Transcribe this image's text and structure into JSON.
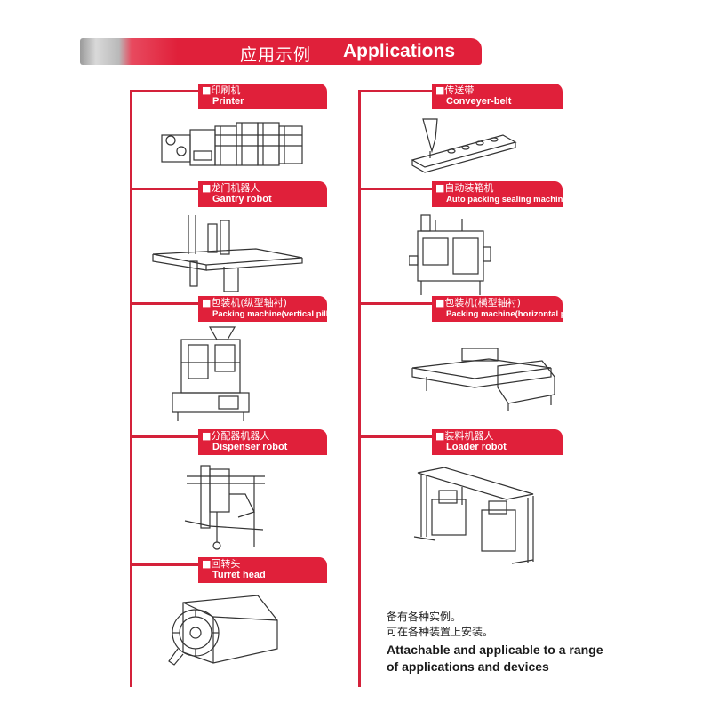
{
  "header": {
    "title_cn": "应用示例",
    "title_en": "Applications"
  },
  "colors": {
    "accent": "#e0203a",
    "line": "#d4213a"
  },
  "left_column": [
    {
      "cn": "■印刷机",
      "en": "Printer",
      "icon": "printer-machine"
    },
    {
      "cn": "■龙门机器人",
      "en": "Gantry robot",
      "icon": "gantry-robot"
    },
    {
      "cn": "■包装机(纵型轴衬)",
      "en": "Packing machine(vertical pillow)",
      "icon": "vertical-packing-machine"
    },
    {
      "cn": "■分配器机器人",
      "en": "Dispenser robot",
      "icon": "dispenser-robot"
    },
    {
      "cn": "■回转头",
      "en": "Turret head",
      "icon": "turret-head"
    }
  ],
  "right_column": [
    {
      "cn": "■传送带",
      "en": "Conveyer-belt",
      "icon": "conveyor-belt"
    },
    {
      "cn": "■自动装箱机",
      "en": "Auto packing sealing machine",
      "icon": "auto-packing-machine"
    },
    {
      "cn": "■包装机(横型轴衬)",
      "en": "Packing machine(horizontal pillow)",
      "icon": "horizontal-packing-machine"
    },
    {
      "cn": "■装料机器人",
      "en": "Loader robot",
      "icon": "loader-robot"
    }
  ],
  "note": {
    "cn_line1": "备有各种实例。",
    "cn_line2": "可在各种装置上安装。",
    "en_line1": "Attachable and applicable to a range",
    "en_line2": "of applications and devices"
  }
}
